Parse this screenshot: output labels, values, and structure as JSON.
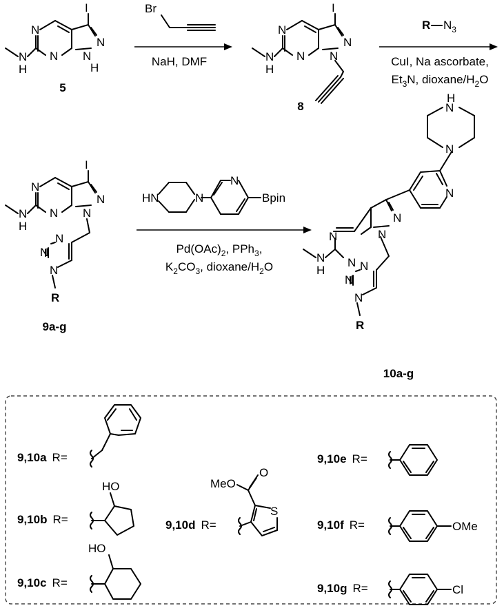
{
  "compounds": {
    "c5": "5",
    "c8": "8",
    "c9": "9a-g",
    "c10": "10a-g"
  },
  "atoms": {
    "N": "N",
    "H": "H",
    "I": "I",
    "R": "R",
    "Br": "Br",
    "O": "O",
    "S": "S",
    "HO": "HO",
    "MeO": "MeO",
    "OMe": "OMe",
    "Cl": "Cl",
    "HN": "HN",
    "Bpin": "Bpin"
  },
  "reagents": {
    "step1": {
      "reagent": "Br",
      "conditions": "NaH, DMF"
    },
    "step2": {
      "reagent_R": "R",
      "reagent_rest": "N",
      "reagent_sub": "3",
      "line1": "CuI, Na ascorbate,",
      "line2_a": "Et",
      "line2_sub": "3",
      "line2_b": "N, dioxane/H",
      "line2_sub2": "2",
      "line2_c": "O"
    },
    "step3": {
      "line1_a": "Pd(OAc)",
      "line1_sub": "2",
      "line1_b": ", PPh",
      "line1_sub2": "3",
      "line1_c": ",",
      "line2_a": "K",
      "line2_sub": "2",
      "line2_b": "CO",
      "line2_sub2": "3",
      "line2_c": ", dioxane/H",
      "line2_sub3": "2",
      "line2_d": "O"
    }
  },
  "substituents": [
    {
      "id": "9,10a",
      "prefix": "R="
    },
    {
      "id": "9,10b",
      "prefix": "R="
    },
    {
      "id": "9,10c",
      "prefix": "R="
    },
    {
      "id": "9,10d",
      "prefix": "R="
    },
    {
      "id": "9,10e",
      "prefix": "R="
    },
    {
      "id": "9,10f",
      "prefix": "R="
    },
    {
      "id": "9,10g",
      "prefix": "R="
    }
  ]
}
